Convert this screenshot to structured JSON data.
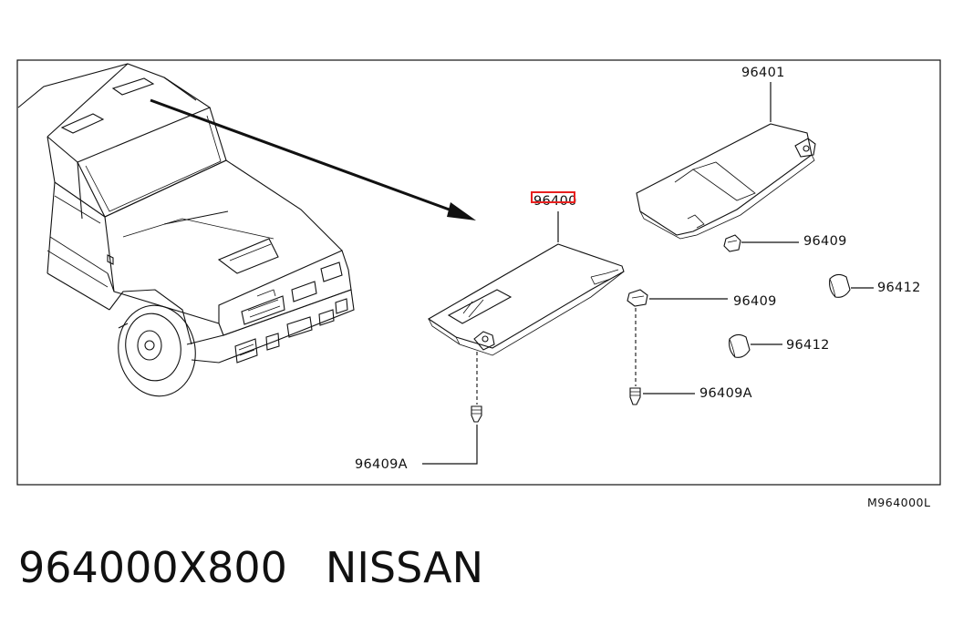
{
  "labels": {
    "visor_left": "96400",
    "visor_right": "96401",
    "holder_top": "96409",
    "holder_mid": "96409",
    "cap_top": "96412",
    "cap_mid": "96412",
    "screw_right": "96409A",
    "screw_left": "96409A"
  },
  "highlight_color": "#e8201f",
  "reference_code": "M964000L",
  "footer": {
    "part_number": "964000X800",
    "brand": "NISSAN"
  }
}
